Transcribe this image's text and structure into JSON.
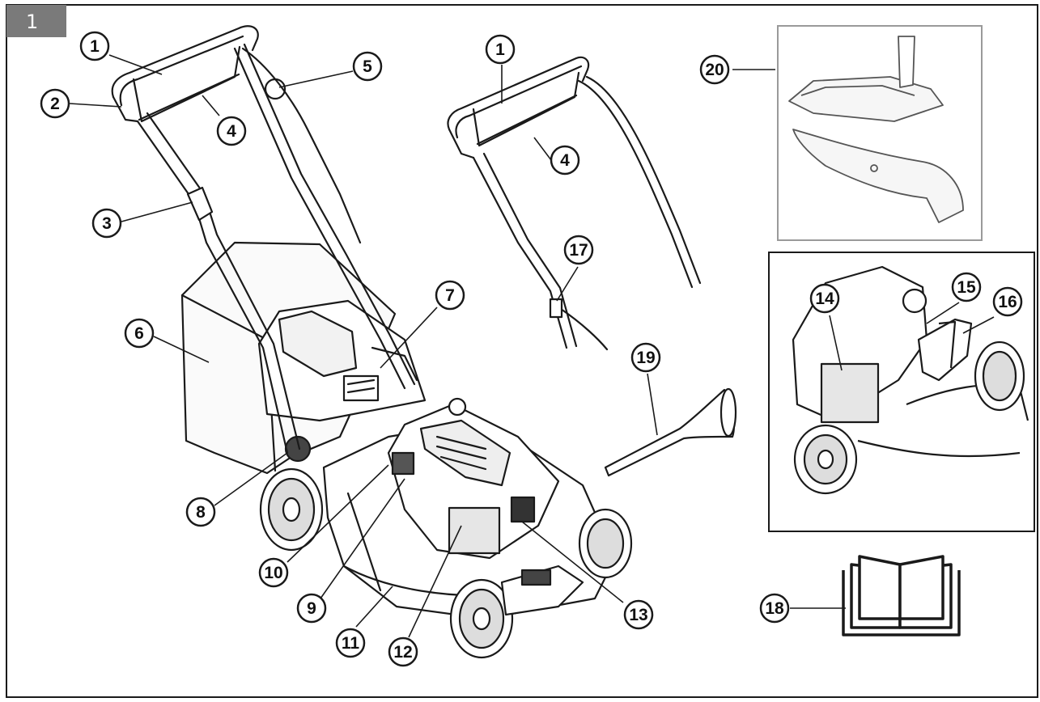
{
  "figure": {
    "number": "1",
    "colors": {
      "ink": "#1a1a1a",
      "tab": "#7a7a7a",
      "panel_border": "#9a9a9a",
      "background": "#ffffff"
    }
  },
  "callouts": [
    {
      "id": "c1a",
      "label": "1"
    },
    {
      "id": "c2",
      "label": "2"
    },
    {
      "id": "c3",
      "label": "3"
    },
    {
      "id": "c4a",
      "label": "4"
    },
    {
      "id": "c5",
      "label": "5"
    },
    {
      "id": "c6",
      "label": "6"
    },
    {
      "id": "c7",
      "label": "7"
    },
    {
      "id": "c8",
      "label": "8"
    },
    {
      "id": "c9",
      "label": "9"
    },
    {
      "id": "c10",
      "label": "10"
    },
    {
      "id": "c11",
      "label": "11"
    },
    {
      "id": "c12",
      "label": "12"
    },
    {
      "id": "c13",
      "label": "13"
    },
    {
      "id": "c1b",
      "label": "1"
    },
    {
      "id": "c4b",
      "label": "4"
    },
    {
      "id": "c17",
      "label": "17"
    },
    {
      "id": "c19",
      "label": "19"
    },
    {
      "id": "c20",
      "label": "20"
    },
    {
      "id": "c14",
      "label": "14"
    },
    {
      "id": "c15",
      "label": "15"
    },
    {
      "id": "c16",
      "label": "16"
    },
    {
      "id": "c18",
      "label": "18"
    }
  ],
  "icons": [
    "lawn-mower-illustration",
    "handle-detail-illustration",
    "mulch-plug-and-blade-illustration",
    "engine-detail-illustration",
    "oil-funnel-illustration",
    "manual-book-icon"
  ]
}
